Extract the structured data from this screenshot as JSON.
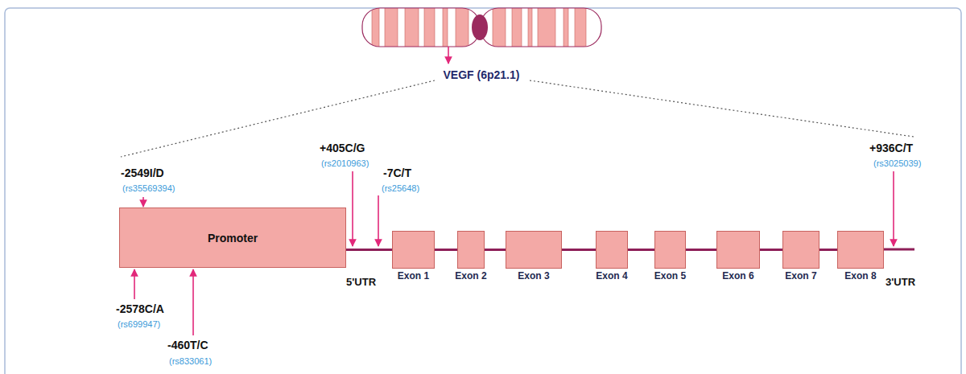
{
  "diagram": {
    "nodes": [
      {
        "text": [
          "Promoter"
        ]
      },
      {
        "text": [
          "Exon 1"
        ]
      },
      {
        "text": [
          "Exon 2"
        ]
      },
      {
        "text": [
          "Exon 3"
        ]
      },
      {
        "text": [
          "Exon 4"
        ]
      },
      {
        "text": [
          "Exon 5"
        ]
      },
      {
        "text": [
          "Exon 6"
        ]
      },
      {
        "text": [
          "Exon 7"
        ]
      },
      {
        "text": [
          "Exon 8"
        ]
      }
    ],
    "edges": [
      {
        "from": 0,
        "to": 1,
        "arrow": "none"
      },
      {
        "from": 1,
        "to": 2,
        "arrow": "none"
      },
      {
        "from": 2,
        "to": 3,
        "arrow": "none"
      },
      {
        "from": 3,
        "to": 4,
        "arrow": "none"
      },
      {
        "from": 4,
        "to": 5,
        "arrow": "none"
      },
      {
        "from": 5,
        "to": 6,
        "arrow": "none"
      },
      {
        "from": 6,
        "to": 7,
        "arrow": "none"
      },
      {
        "from": 7,
        "to": 8,
        "arrow": "none"
      }
    ],
    "labels": [
      "VEGF (6p21.1)",
      "-2549I/D",
      "(rs35569394)",
      "+405C/G",
      "(rs2010963)",
      "-7C/T",
      "(rs25648)",
      "+936C/T",
      "(rs3025039)",
      "-2578C/A",
      "(rs699947)",
      "-460T/C",
      "(rs833061)",
      "5'UTR",
      "3'UTR"
    ]
  }
}
